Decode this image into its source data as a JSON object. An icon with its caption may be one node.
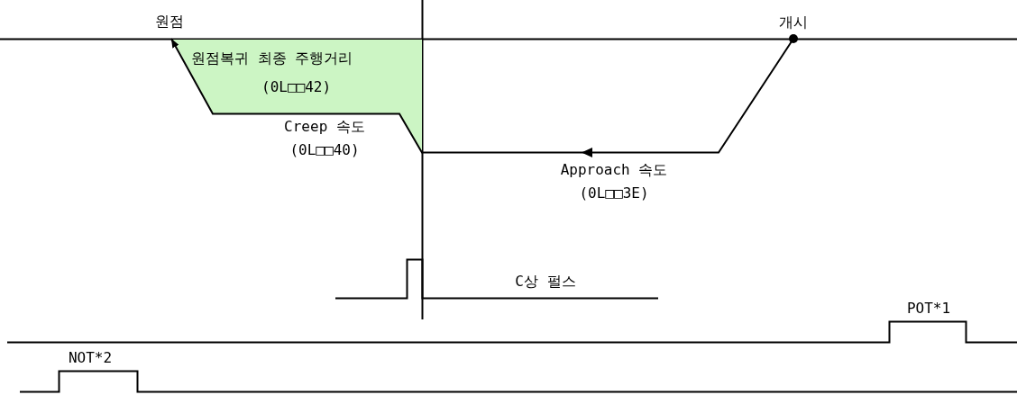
{
  "diagram": {
    "nodes": [
      {
        "text": [
          "원점"
        ]
      },
      {
        "text": [],
        "shape": "circle",
        "beside": [
          "개시"
        ]
      },
      {
        "text": [
          "원점복귀 최종 주행거리",
          "(0L□□42)"
        ]
      }
    ],
    "edges": [
      {
        "from": 1,
        "to": 0,
        "arrow": "to"
      }
    ],
    "labels": [
      "Creep 속도 (0L□□40)",
      "Approach 속도 (0L□□3E)",
      "C상 펄스",
      "POT*1",
      "NOT*2"
    ]
  }
}
